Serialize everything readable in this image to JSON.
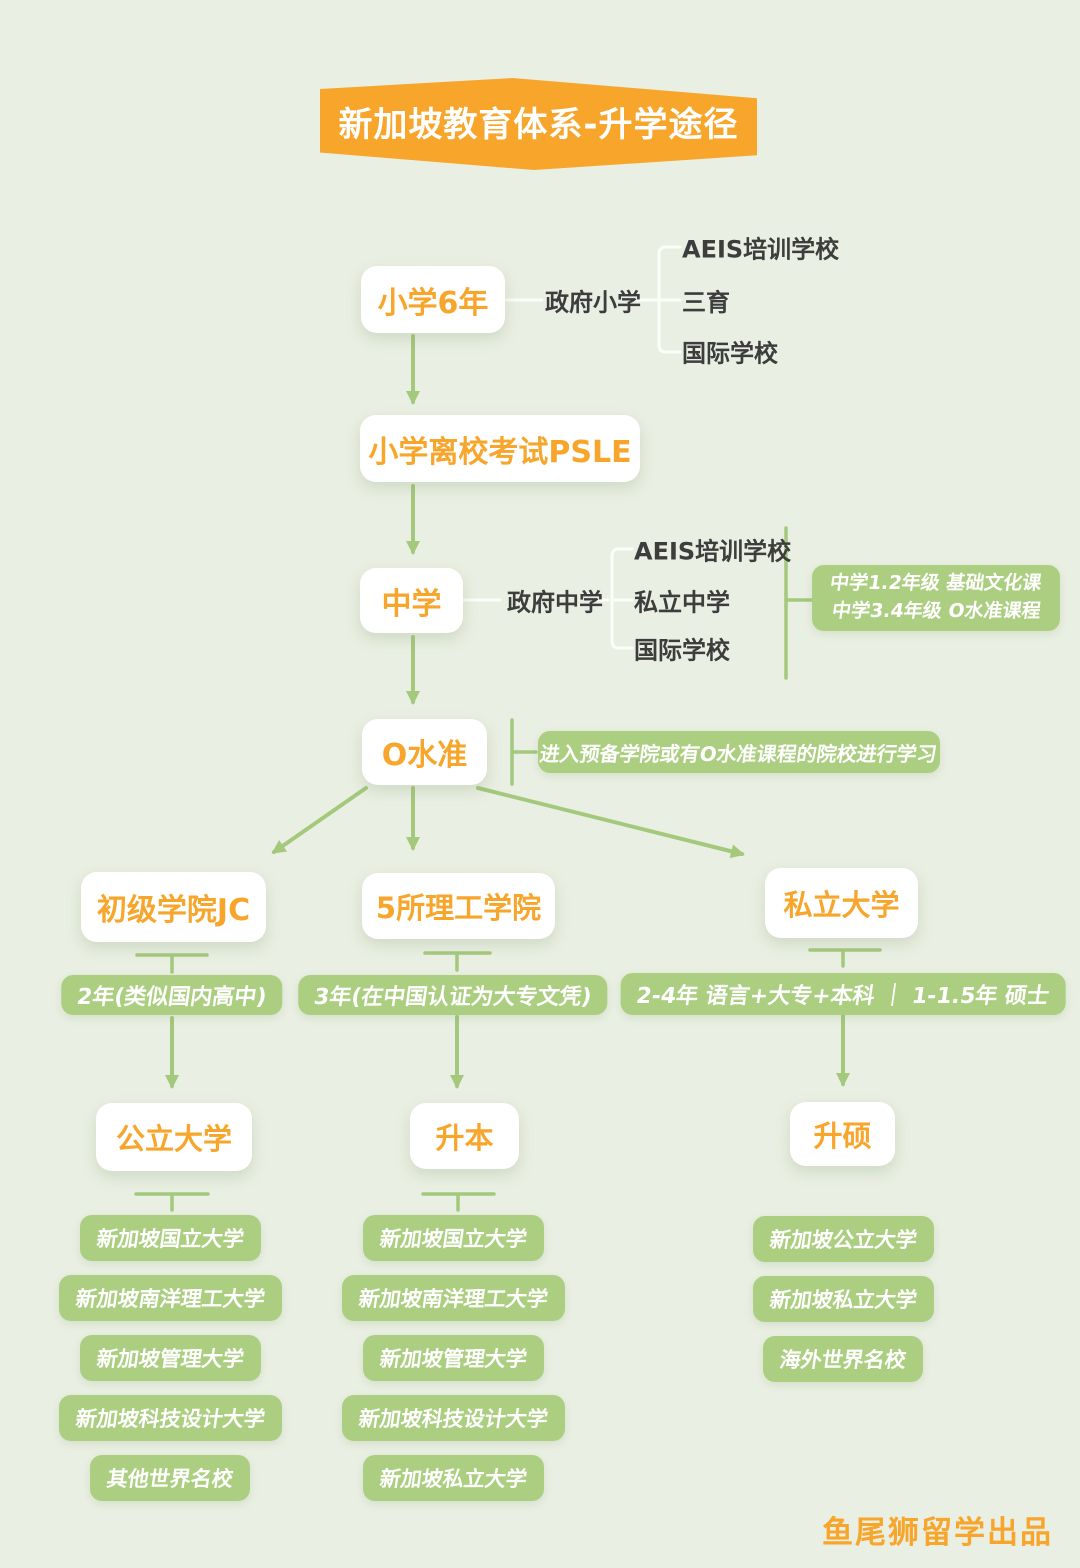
{
  "header": {
    "title": "新加坡教育体系-升学途径"
  },
  "footer": {
    "credit": "鱼尾狮留学出品"
  },
  "colors": {
    "background": "#e9efe2",
    "accent_orange": "#f7a52b",
    "leaf_green": "#a4c87c",
    "pill_green": "#abce81",
    "box_white": "#ffffff",
    "text_dark": "#3d3d3d"
  },
  "flow": {
    "primary": {
      "label": "小学6年",
      "channel": "政府小学",
      "options": [
        "AEIS培训学校",
        "三育",
        "国际学校"
      ]
    },
    "psle": {
      "label": "小学离校考试PSLE"
    },
    "secondary": {
      "label": "中学",
      "channel": "政府中学",
      "options": [
        "AEIS培训学校",
        "私立中学",
        "国际学校"
      ],
      "note": [
        "中学1.2年级 基础文化课",
        "中学3.4年级 O水准课程"
      ]
    },
    "olevel": {
      "label": "O水准",
      "note": "进入预备学院或有O水准课程的院校进行学习"
    },
    "branches": [
      {
        "label": "初级学院JC",
        "duration": "2年(类似国内高中)",
        "next": "公立大学",
        "schools": [
          "新加坡国立大学",
          "新加坡南洋理工大学",
          "新加坡管理大学",
          "新加坡科技设计大学",
          "其他世界名校"
        ]
      },
      {
        "label": "5所理工学院",
        "duration": "3年(在中国认证为大专文凭)",
        "next": "升本",
        "schools": [
          "新加坡国立大学",
          "新加坡南洋理工大学",
          "新加坡管理大学",
          "新加坡科技设计大学",
          "新加坡私立大学"
        ]
      },
      {
        "label": "私立大学",
        "duration": "2-4年 语言+大专+本科 ｜ 1-1.5年 硕士",
        "next": "升硕",
        "schools": [
          "新加坡公立大学",
          "新加坡私立大学",
          "海外世界名校"
        ]
      }
    ]
  }
}
